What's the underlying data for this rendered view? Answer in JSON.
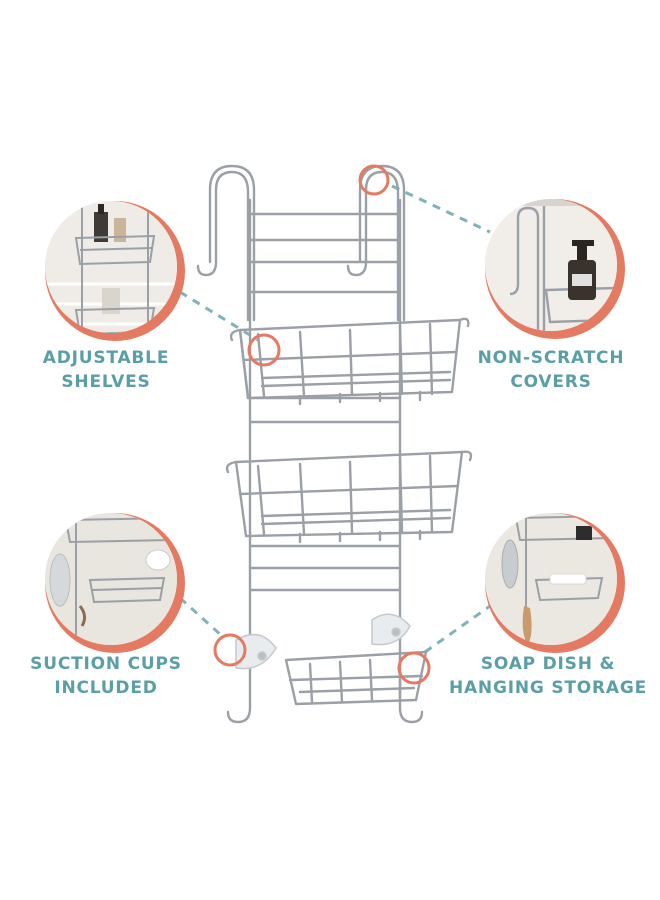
{
  "features": [
    {
      "id": "adjustable",
      "line1": "ADJUSTABLE",
      "line2": "SHELVES"
    },
    {
      "id": "nonscratch",
      "line1": "NON-SCRATCH",
      "line2": "COVERS"
    },
    {
      "id": "suction",
      "line1": "SUCTION CUPS",
      "line2": "INCLUDED"
    },
    {
      "id": "soapdish",
      "line1": "SOAP DISH &",
      "line2": "HANGING STORAGE"
    }
  ],
  "colors": {
    "label_teal": "#5a9ea6",
    "accent_coral": "#e57a62",
    "wire_silver": "#9aa0a6",
    "thumb_background": "#ece8e2"
  }
}
